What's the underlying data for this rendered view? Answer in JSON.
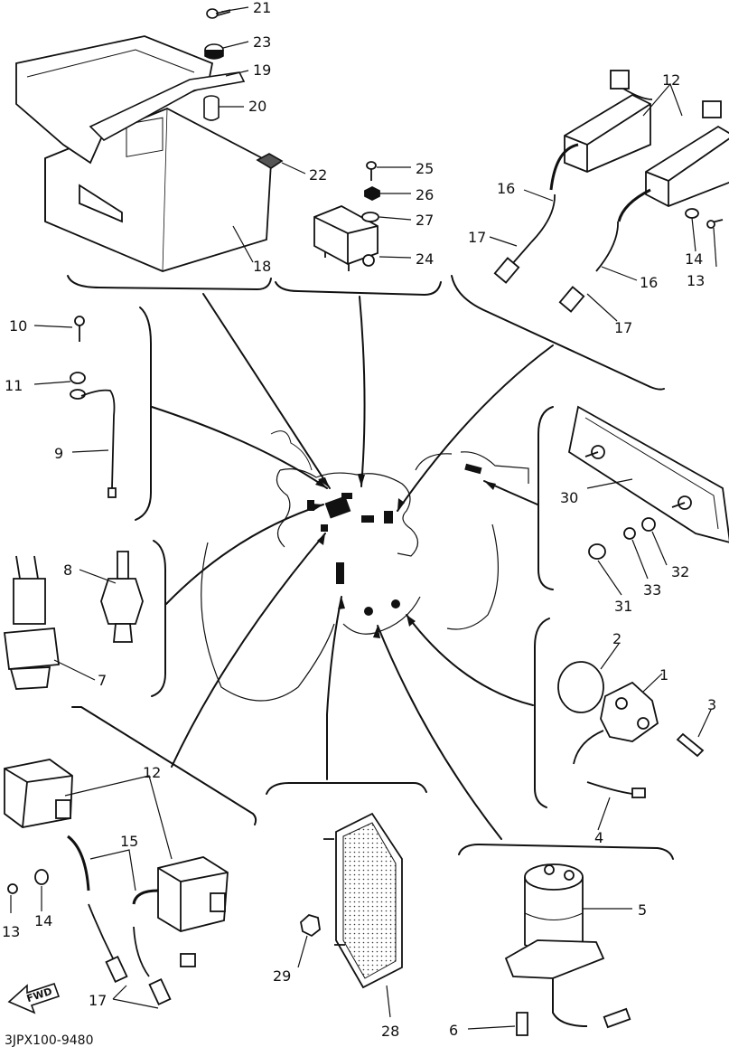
{
  "diagram": {
    "caption": "3JPX100-9480",
    "fwd_label": "FWD",
    "part_numbers": [
      "1",
      "2",
      "3",
      "4",
      "5",
      "6",
      "7",
      "8",
      "9",
      "10",
      "11",
      "12",
      "13",
      "14",
      "15",
      "16",
      "17",
      "18",
      "19",
      "20",
      "21",
      "22",
      "23",
      "24",
      "25",
      "26",
      "27",
      "28",
      "29",
      "30",
      "31",
      "32",
      "33"
    ],
    "groups": [
      {
        "id": "ecu",
        "parts": [
          "18",
          "19",
          "20",
          "21",
          "22",
          "23"
        ]
      },
      {
        "id": "relay",
        "parts": [
          "24",
          "25",
          "26",
          "27"
        ]
      },
      {
        "id": "ignition-coils-upper",
        "parts": [
          "12",
          "13",
          "14",
          "16",
          "17"
        ]
      },
      {
        "id": "ground-lead",
        "parts": [
          "9",
          "10",
          "11"
        ]
      },
      {
        "id": "switches",
        "parts": [
          "7",
          "8"
        ]
      },
      {
        "id": "license-light",
        "parts": [
          "30",
          "31",
          "32",
          "33"
        ]
      },
      {
        "id": "sensor",
        "parts": [
          "1",
          "2",
          "3",
          "4"
        ]
      },
      {
        "id": "ignition-coils-lower",
        "parts": [
          "12",
          "13",
          "14",
          "15",
          "17"
        ]
      },
      {
        "id": "reflector",
        "parts": [
          "28",
          "29"
        ]
      },
      {
        "id": "fuel-pump",
        "parts": [
          "5",
          "6"
        ]
      }
    ]
  }
}
